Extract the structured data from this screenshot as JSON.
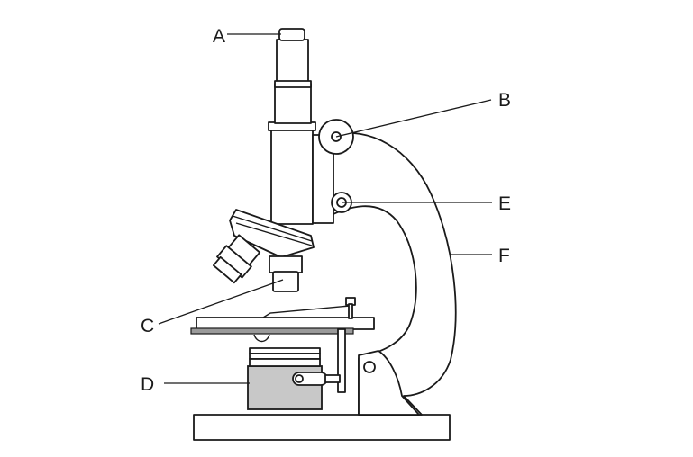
{
  "labels": {
    "a": "A",
    "b": "B",
    "c": "C",
    "d": "D",
    "e": "E",
    "f": "F"
  },
  "colors": {
    "stroke": "#1a1a1a",
    "fill": "#ffffff",
    "lamp_fill": "#c8c8c8",
    "stage_rail": "#9a9a9a"
  }
}
